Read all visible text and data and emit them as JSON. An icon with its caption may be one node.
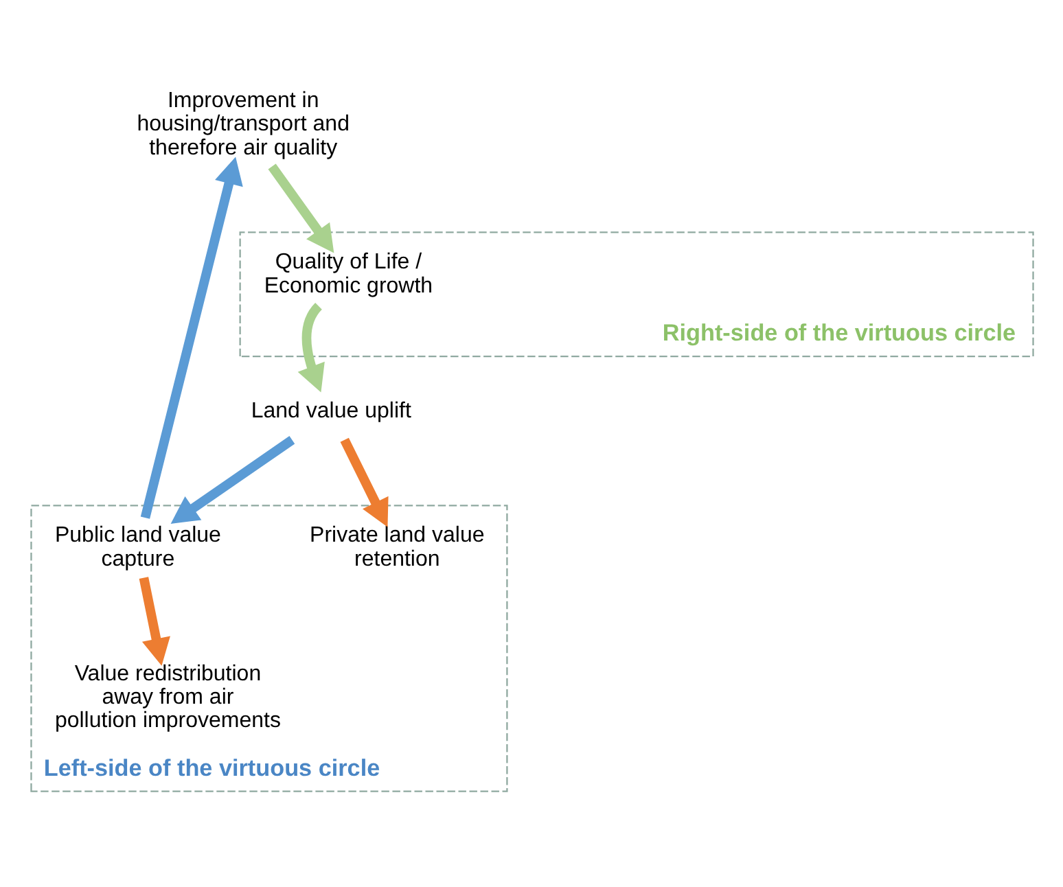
{
  "diagram": {
    "nodes": [
      {
        "text": [
          "Left-side of the virtuous circle"
        ]
      },
      {
        "text": [
          "Value redistribution away from air pollution improvements"
        ],
        "in": 0
      },
      {
        "text": [
          "Improvement in housing/transport and therefore air quality"
        ]
      },
      {
        "text": [
          "Right-side of the virtuous circle"
        ]
      },
      {
        "text": [
          "Quality of Life / Economic growth"
        ],
        "in": 3
      },
      {
        "text": [
          "Public land value capture"
        ],
        "in": 0
      },
      {
        "text": [
          "Land value uplift"
        ]
      },
      {
        "text": [
          "Private land value retention"
        ],
        "in": 0
      }
    ],
    "edges": [
      {
        "from": 5,
        "to": 2,
        "arrow": "to",
        "color": "#5b9bd5"
      },
      {
        "from": 2,
        "to": 4,
        "arrow": "to",
        "color": "#a9d18e"
      },
      {
        "from": 4,
        "to": 6,
        "arrow": "to",
        "color": "#a9d18e"
      },
      {
        "from": 6,
        "to": 5,
        "arrow": "to",
        "color": "#5b9bd5"
      },
      {
        "from": 6,
        "to": 7,
        "arrow": "to",
        "color": "#ed7d31"
      },
      {
        "from": 5,
        "to": 1,
        "arrow": "to",
        "color": "#ed7d31"
      }
    ]
  }
}
